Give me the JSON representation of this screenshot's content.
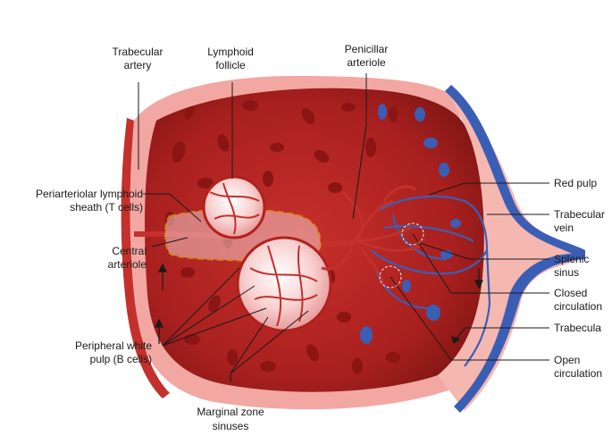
{
  "labels": {
    "trabecular_artery": [
      "Trabecular",
      "artery"
    ],
    "lymphoid_follicle": [
      "Lymphoid",
      "follicle"
    ],
    "penicillar_arteriole": [
      "Penicillar",
      "arteriole"
    ],
    "pals": [
      "Periarteriolar lymphoid",
      "sheath (T cells)"
    ],
    "central_arteriole": [
      "Central",
      "arteriole"
    ],
    "peripheral_white_pulp": [
      "Peripheral white",
      "pulp (B cells)"
    ],
    "marginal_zone_sinuses": [
      "Marginal zone",
      "sinuses"
    ],
    "red_pulp": [
      "Red pulp"
    ],
    "trabecular_vein": [
      "Trabecular",
      "vein"
    ],
    "splenic_sinus": [
      "Splenic",
      "sinus"
    ],
    "closed_circulation": [
      "Closed",
      "circulation"
    ],
    "trabecula": [
      "Trabecula"
    ],
    "open_circulation": [
      "Open",
      "circulation"
    ]
  },
  "colors": {
    "red_pulp": "#a8201f",
    "red_pulp_dark": "#7d1512",
    "capsule_pink": "#f2a7a2",
    "white_pulp": "#f6c9c9",
    "vessel_red": "#c4302b",
    "vein_blue": "#3b5eb5",
    "rbc": "#8a1512",
    "pals_outline": "#f3d21b"
  }
}
